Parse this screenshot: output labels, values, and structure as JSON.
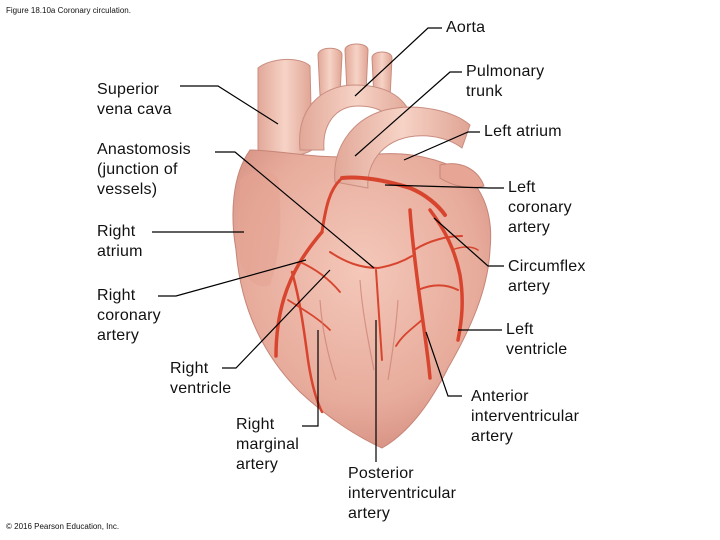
{
  "figure_caption": "Figure 18.10a Coronary circulation.",
  "copyright": "© 2016 Pearson Education, Inc.",
  "labels": {
    "aorta": "Aorta",
    "pulmonary_trunk": "Pulmonary\ntrunk",
    "superior_vena_cava": "Superior\nvena cava",
    "left_atrium": "Left atrium",
    "anastomosis": "Anastomosis\n(junction of\nvessels)",
    "left_coronary_artery": "Left\ncoronary\nartery",
    "right_atrium": "Right\natrium",
    "circumflex_artery": "Circumflex\nartery",
    "right_coronary_artery": "Right\ncoronary\nartery",
    "left_ventricle": "Left\nventricle",
    "right_ventricle": "Right\nventricle",
    "anterior_interventricular_artery": "Anterior\ninterventricular\nartery",
    "right_marginal_artery": "Right\nmarginal\nartery",
    "posterior_interventricular_artery": "Posterior\ninterventricular\nartery"
  },
  "colors": {
    "heart_fill": "#edb6a6",
    "heart_shade": "#d9968a",
    "vessel_fill": "#efc3b5",
    "artery": "#d8452f",
    "leader_line": "#000000"
  }
}
